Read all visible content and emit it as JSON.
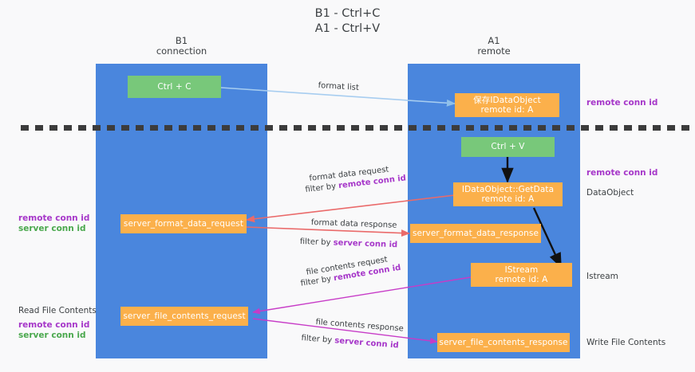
{
  "title": "B1 - Ctrl+C\nA1 - Ctrl+V",
  "columns": {
    "left": {
      "name": "B1",
      "role": "connection",
      "header": "B1\nconnection"
    },
    "right": {
      "name": "A1",
      "role": "remote",
      "header": "A1\nremote"
    }
  },
  "colors": {
    "panel": "#4a86dd",
    "green_node": "#78c87a",
    "orange_node": "#fbb04b",
    "purple_text": "#a637c9",
    "green_text": "#4aa84d",
    "red_arrow": "#ea6a6a",
    "blue_arrow": "#a7cdf0",
    "magenta_arrow": "#c73bc7",
    "black_arrow": "#1a1a1a",
    "divider": "#3c3c3c",
    "background": "#f9f9fa"
  },
  "nodes": [
    {
      "id": "ctrl-c",
      "label": "Ctrl + C",
      "color": "green"
    },
    {
      "id": "save-idataobject",
      "label": "保存IDataObject\nremote id: A",
      "color": "orange"
    },
    {
      "id": "ctrl-v",
      "label": "Ctrl + V",
      "color": "green"
    },
    {
      "id": "idataobject-getdata",
      "label": "IDataObject::GetData\nremote id: A",
      "color": "orange"
    },
    {
      "id": "server-format-data-request",
      "label": "server_format_data_request",
      "color": "orange"
    },
    {
      "id": "server-format-data-response",
      "label": "server_format_data_response",
      "color": "orange"
    },
    {
      "id": "istream",
      "label": "IStream\nremote id: A",
      "color": "orange"
    },
    {
      "id": "server-file-contents-request",
      "label": "server_file_contents_request",
      "color": "orange"
    },
    {
      "id": "server-file-contents-response",
      "label": "server_file_contents_response",
      "color": "orange"
    }
  ],
  "edge_labels": {
    "format_list": "format list",
    "format_data_request": "format data request",
    "format_data_request_filter_prefix": "filter by ",
    "format_data_request_filter_key": "remote conn id",
    "format_data_response": "format data response",
    "format_data_response_filter_prefix": "filter by ",
    "format_data_response_filter_key": "server conn id",
    "file_contents_request": "file contents request",
    "file_contents_request_filter_prefix": "filter by ",
    "file_contents_request_filter_key": "remote conn id",
    "file_contents_response": "file contents response",
    "file_contents_response_filter_prefix": "filter by ",
    "file_contents_response_filter_key": "server conn id"
  },
  "annotations": {
    "right_top_remote_conn_id": "remote conn id",
    "right_mid_remote_conn_id": "remote conn id",
    "right_dataobject": "DataObject",
    "right_istream": "Istream",
    "right_write_file_contents": "Write File Contents",
    "left_remote_conn_id": "remote conn id",
    "left_server_conn_id": "server conn id",
    "left_read_file_contents": "Read File Contents",
    "left_lower_remote_conn_id": "remote conn id",
    "left_lower_server_conn_id": "server conn id"
  }
}
